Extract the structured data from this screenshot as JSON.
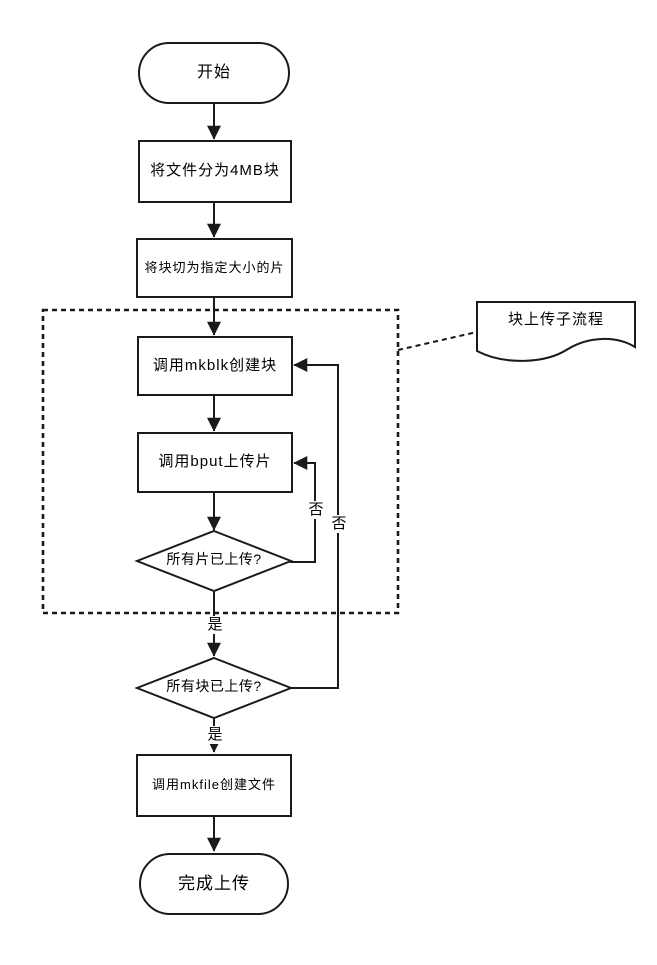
{
  "nodes": {
    "start": {
      "label": "开始"
    },
    "split_file": {
      "label": "将文件分为4MB块"
    },
    "slice_block": {
      "label": "将块切为指定大小的片"
    },
    "mkblk": {
      "label": "调用mkblk创建块"
    },
    "bput": {
      "label": "调用bput上传片"
    },
    "all_slices_uploaded": {
      "label": "所有片已上传?"
    },
    "all_blocks_uploaded": {
      "label": "所有块已上传?"
    },
    "mkfile": {
      "label": "调用mkfile创建文件"
    },
    "finish": {
      "label": "完成上传"
    },
    "subprocess_note": {
      "label": "块上传子流程"
    }
  },
  "edge_labels": {
    "slices_yes": "是",
    "blocks_yes": "是",
    "slices_no": "否",
    "blocks_no": "否"
  },
  "colors": {
    "stroke": "#1a1a1a",
    "node_fill": "#ffffff",
    "background": "#ffffff",
    "text": "#000000"
  }
}
